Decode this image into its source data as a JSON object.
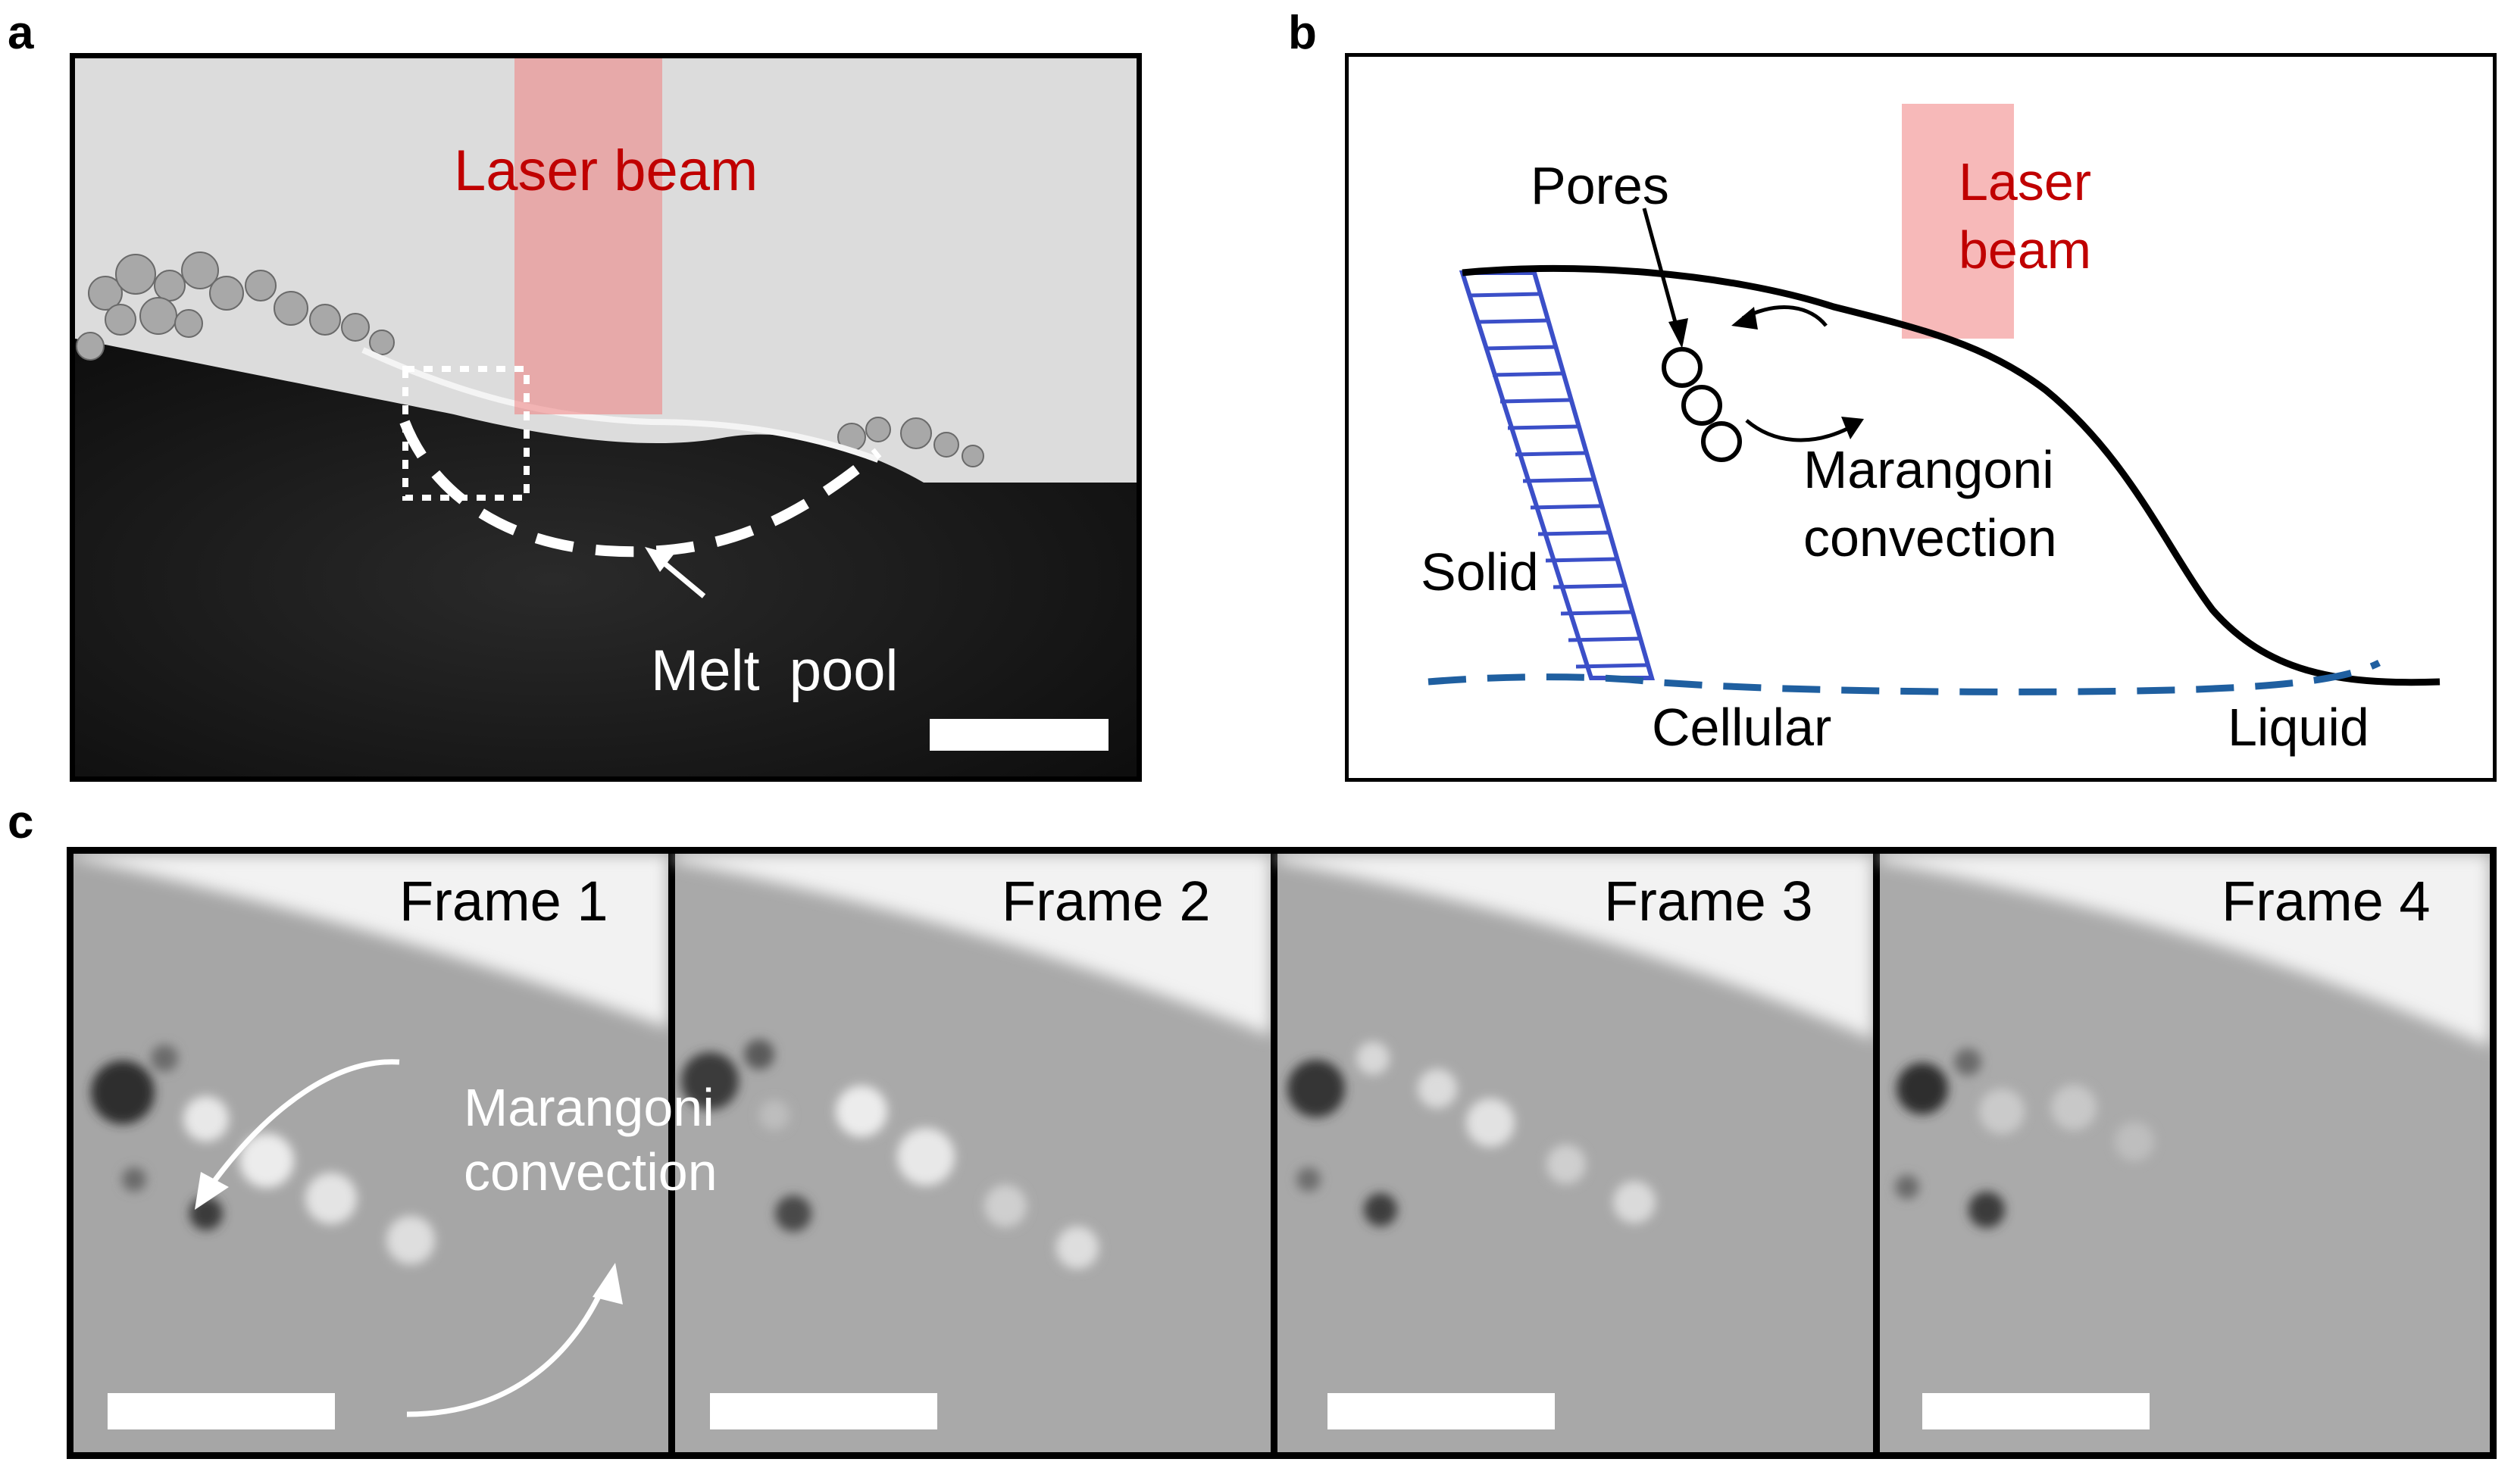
{
  "panel_a": {
    "label": "a",
    "laser_label": "Laser beam",
    "melt_label": "Melt pool"
  },
  "panel_b": {
    "label": "b",
    "pores_label": "Pores",
    "laser_line1": "Laser",
    "laser_line2": "beam",
    "marangoni_line1": "Marangoni",
    "marangoni_line2": "convection",
    "solid_label": "Solid",
    "cellular_label": "Cellular",
    "liquid_label": "Liquid"
  },
  "panel_c": {
    "label": "c",
    "frames": [
      "Frame 1",
      "Frame 2",
      "Frame 3",
      "Frame 4"
    ],
    "marangoni_line1": "Marangoni",
    "marangoni_line2": "convection"
  },
  "colors": {
    "laser": "#f08080",
    "laser_text": "#c00000",
    "hatch": "#3b4fc8",
    "boundary": "#1f5fa0"
  }
}
